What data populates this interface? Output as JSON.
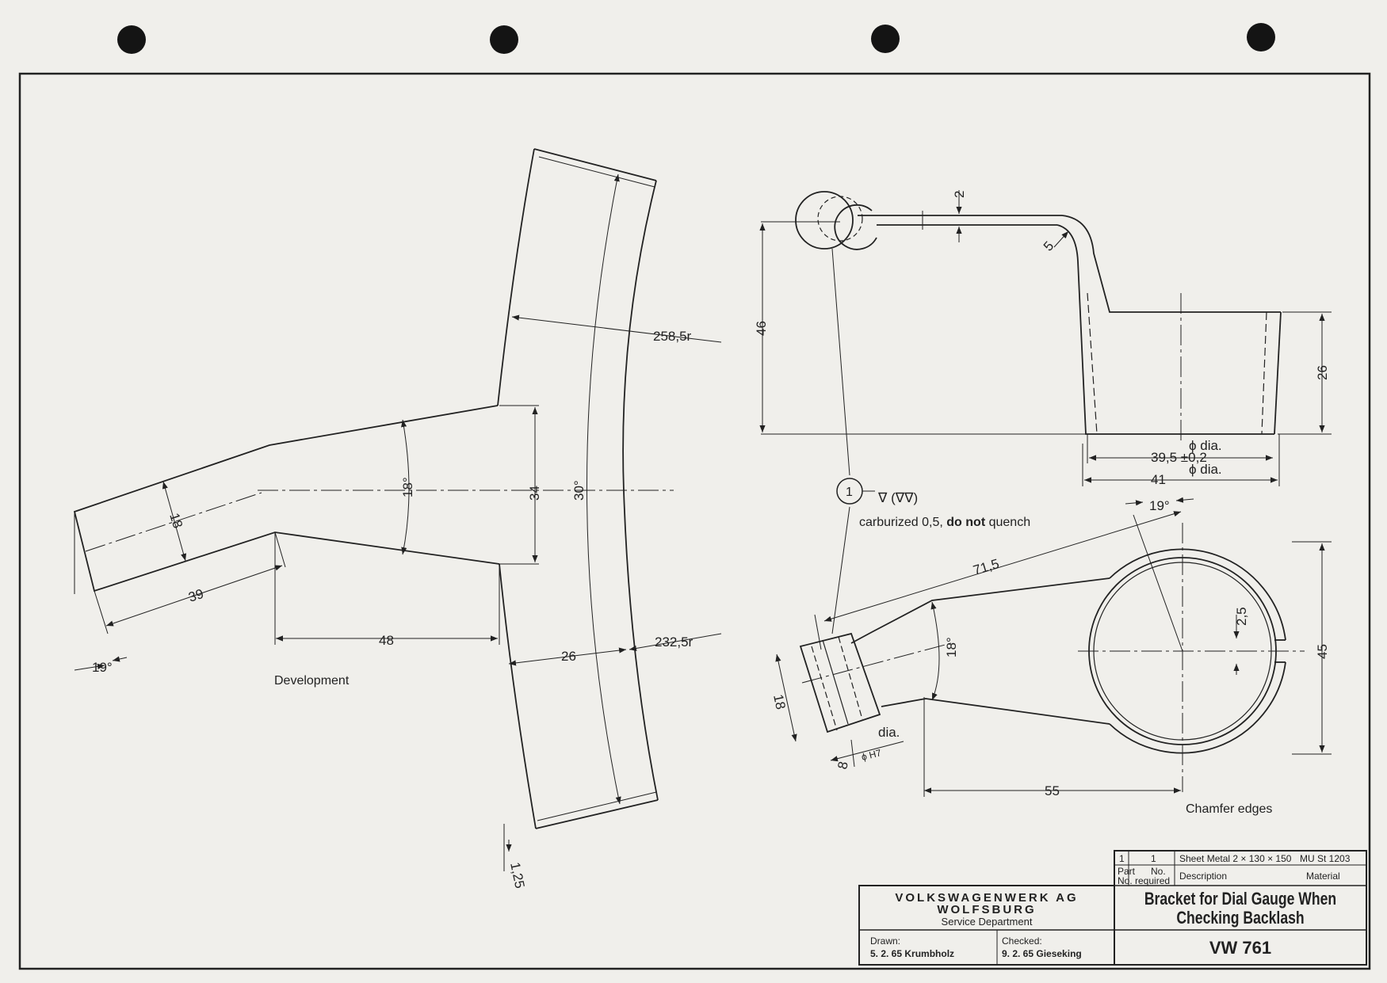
{
  "dimensions": {
    "d258": "258,5r",
    "d232": "232,5r",
    "d18deg_dev": "18°",
    "d34": "34",
    "d30deg": "30°",
    "d18_dev": "18",
    "d39": "39",
    "d48": "48",
    "d26_dev": "26",
    "d19deg_dev": "19°",
    "d125": "1,25",
    "d2": "2",
    "d5": "5",
    "d46": "46",
    "d26_side": "26",
    "d39_5": "39,5 ±0,2",
    "dia1": "ϕ dia.",
    "d41": "41",
    "dia2": "ϕ dia.",
    "d71_5": "71,5",
    "d19deg_top": "19°",
    "d2_5": "2,5",
    "d45": "45",
    "d18deg_top": "18°",
    "d18_top": "18",
    "d8": "8",
    "dH7": "ϕ H7",
    "dia3": "dia.",
    "d55": "55"
  },
  "notes": {
    "development": "Development",
    "callout_number": "1",
    "surface_symbol": "∇ (∇∇)",
    "carburized_prefix": "carburized 0,5, ",
    "carburized_bold": "do not",
    "carburized_suffix": " quench",
    "chamfer": "Chamfer edges"
  },
  "parts_list": {
    "qty": "1",
    "part_no": "1",
    "description": "Sheet Metal 2 × 130 × 150",
    "material": "MU St 1203",
    "hdr_part": "Part",
    "hdr_no": "No.",
    "hdr_required": "No. required",
    "hdr_description": "Description",
    "hdr_material": "Material"
  },
  "title_block": {
    "company": "VOLKSWAGENWERK AG",
    "city": "WOLFSBURG",
    "department": "Service Department",
    "drawn_label": "Drawn:",
    "drawn_value": "5. 2. 65 Krumbholz",
    "checked_label": "Checked:",
    "checked_value": "9. 2. 65 Gieseking",
    "title_line1": "Bracket for Dial Gauge When",
    "title_line2": "Checking Backlash",
    "drawing_number": "VW 761"
  }
}
